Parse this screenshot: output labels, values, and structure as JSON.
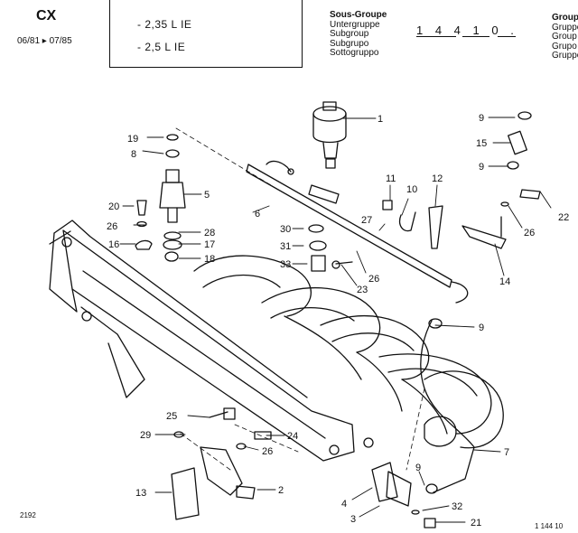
{
  "header": {
    "model": "CX",
    "dates": "06/81 ▸ 07/85",
    "engines": [
      "- 2,35 L IE",
      "- 2,5 L IE"
    ],
    "subgroup_labels": [
      "Sous-Groupe",
      "Untergruppe",
      "Subgroup",
      "Subgrupo",
      "Sottogruppo"
    ],
    "subgroup_code": "1 4 4  1 0  .",
    "group_labels": [
      "Groupe",
      "Gruppe",
      "Group",
      "Grupo",
      "Gruppo"
    ]
  },
  "footer": {
    "plate_number": "2192",
    "reference": "1  144  10"
  },
  "callouts": [
    "1",
    "2",
    "3",
    "4",
    "5",
    "6",
    "7",
    "8",
    "9",
    "9",
    "9",
    "9",
    "10",
    "11",
    "12",
    "13",
    "14",
    "15",
    "16",
    "17",
    "18",
    "19",
    "20",
    "21",
    "22",
    "23",
    "24",
    "25",
    "26",
    "26",
    "26",
    "26",
    "27",
    "28",
    "29",
    "30",
    "31",
    "32",
    "33"
  ]
}
